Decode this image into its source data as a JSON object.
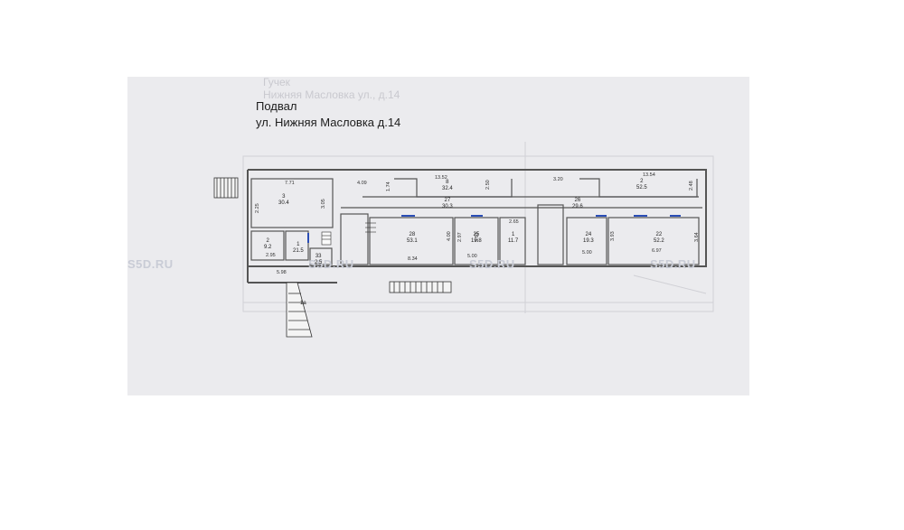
{
  "heading": {
    "ghost_line1": "Гучек",
    "ghost_line2": "Нижняя Масловка ул., д.14",
    "line1": "Подвал",
    "line2": "ул. Нижняя Масловка  д.14"
  },
  "watermarks": [
    "S5D.RU",
    "S5D.RU",
    "S5D.RU",
    "S5D.RU"
  ],
  "rooms": [
    {
      "num": "3",
      "area": "30.4"
    },
    {
      "num": "2",
      "area": "9.2"
    },
    {
      "num": "1",
      "area": "21.5"
    },
    {
      "num": "33",
      "area": "2.5"
    },
    {
      "num": "8",
      "area": "32.4"
    },
    {
      "num": "27",
      "area": "30.3"
    },
    {
      "num": "28",
      "area": "53.1"
    },
    {
      "num": "25",
      "area": "19.8"
    },
    {
      "num": "1",
      "area": "11.7"
    },
    {
      "num": "2",
      "area": "52.5"
    },
    {
      "num": "26",
      "area": "29.6"
    },
    {
      "num": "24",
      "area": "19.3"
    },
    {
      "num": "22",
      "area": "52.2"
    },
    {
      "num": "1а",
      "area": ""
    }
  ],
  "dimensions": [
    "7.71",
    "4.09",
    "13.52",
    "3.20",
    "13.54",
    "2.25",
    "3.05",
    "1.74",
    "2.50",
    "2.48",
    "2.95",
    "5.98",
    "8.34",
    "5.00",
    "2.65",
    "4.00",
    "2.97",
    "3.93",
    "5.00",
    "6.97",
    "3.93",
    "3.64"
  ]
}
